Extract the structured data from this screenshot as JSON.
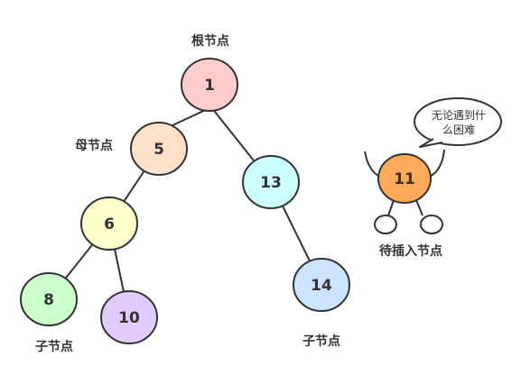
{
  "nodes": [
    {
      "id": "1",
      "label": "1",
      "color": "#ffcccc"
    },
    {
      "id": "5",
      "label": "5",
      "color": "#ffe0c8"
    },
    {
      "id": "13",
      "label": "13",
      "color": "#ccffff"
    },
    {
      "id": "6",
      "label": "6",
      "color": "#ffffcc"
    },
    {
      "id": "14",
      "label": "14",
      "color": "#cce4ff"
    },
    {
      "id": "8",
      "label": "8",
      "color": "#ccffcc"
    },
    {
      "id": "10",
      "label": "10",
      "color": "#e0ccff"
    }
  ],
  "edges": [
    [
      "1",
      "5"
    ],
    [
      "1",
      "13"
    ],
    [
      "5",
      "6"
    ],
    [
      "6",
      "8"
    ],
    [
      "6",
      "10"
    ],
    [
      "13",
      "14"
    ]
  ],
  "labels": {
    "root": "根节点",
    "parent": "母节点",
    "child_left": "子节点",
    "child_right": "子节点",
    "to_insert": "待插入节点"
  },
  "insert_node": {
    "label": "11",
    "color": "#ffaa5a"
  },
  "speech_bubble": {
    "line1": "无论遇到什",
    "line2": "么困难"
  },
  "outline_color": "#333333"
}
